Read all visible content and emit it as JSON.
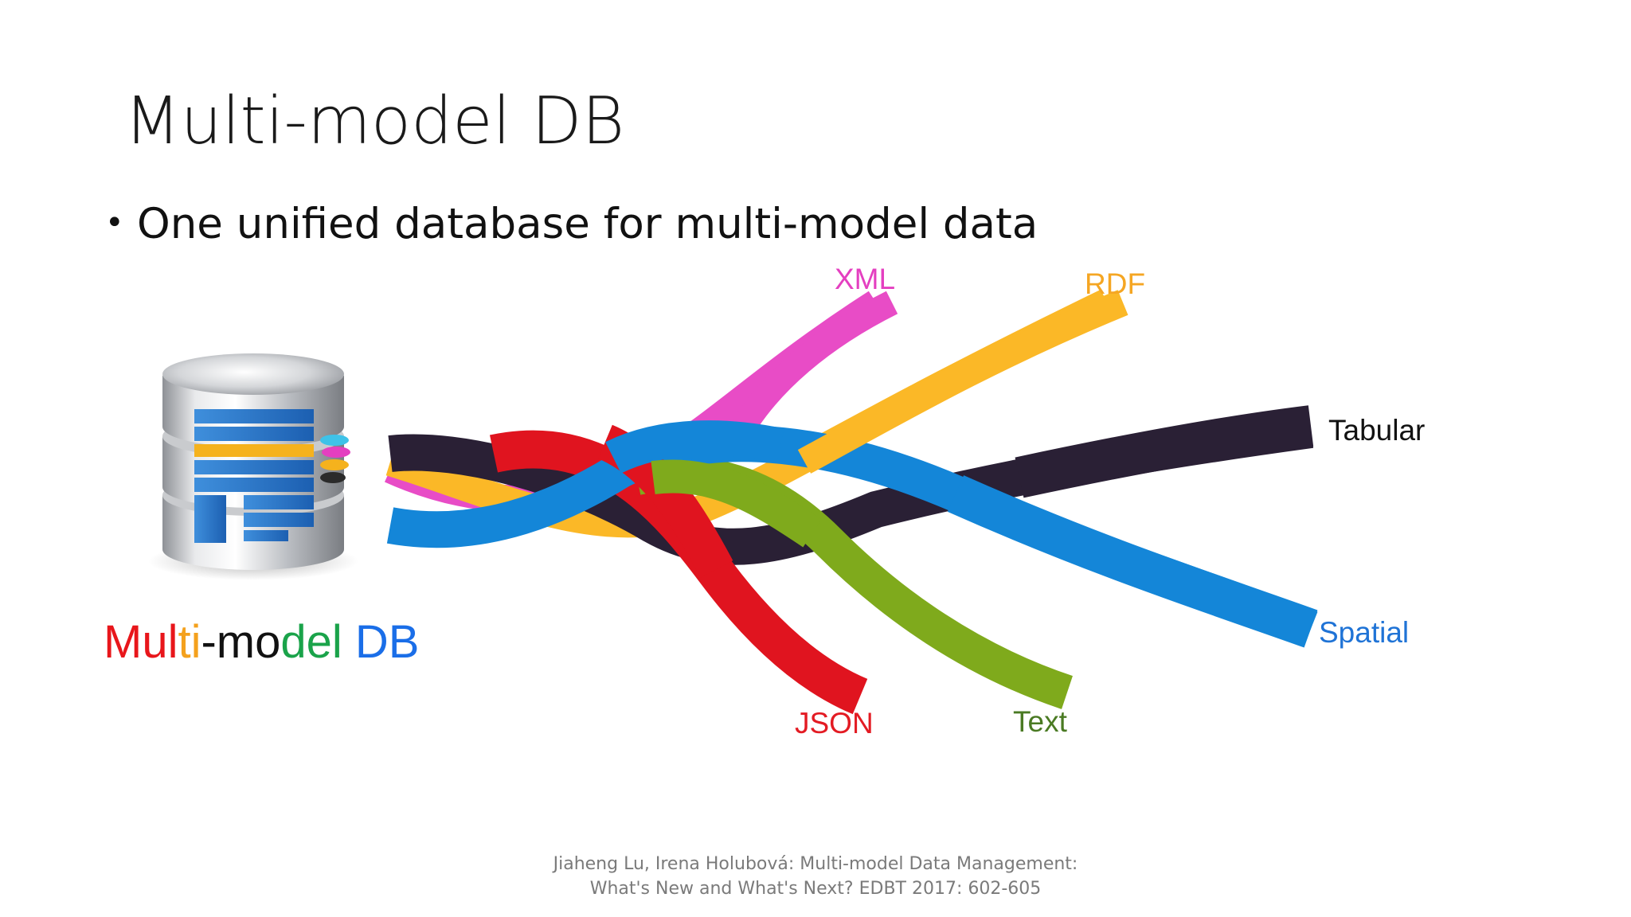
{
  "slide": {
    "title": "Multi-model DB",
    "bullet": "One unified database for multi-model data",
    "bullet_symbol": "•"
  },
  "figure": {
    "db_label_parts": [
      {
        "text": "Mul",
        "color": "#e8161b"
      },
      {
        "text": "ti",
        "color": "#f4a11d"
      },
      {
        "text": "-mo",
        "color": "#111111"
      },
      {
        "text": "del",
        "color": "#1aa34a"
      },
      {
        "text": " DB",
        "color": "#1a6ee8"
      }
    ],
    "strands": [
      {
        "label": "XML",
        "color": "#e43fc0"
      },
      {
        "label": "RDF",
        "color": "#f5a623"
      },
      {
        "label": "Tabular",
        "color": "#111111"
      },
      {
        "label": "Spatial",
        "color": "#1f73d6"
      },
      {
        "label": "Text",
        "color": "#4a7a23"
      },
      {
        "label": "JSON",
        "color": "#e31b23"
      }
    ],
    "strand_fill_colors": {
      "xml": "#e84cc6",
      "rdf": "#fbb827",
      "tabular": "#2a2035",
      "spatial": "#1486d8",
      "text": "#7faa1c",
      "json": "#e0141f"
    }
  },
  "citation": {
    "line1": "Jiaheng Lu, Irena Holubová: Multi-model Data Management:",
    "line2": "What's New and What's Next? EDBT 2017: 602-605"
  }
}
